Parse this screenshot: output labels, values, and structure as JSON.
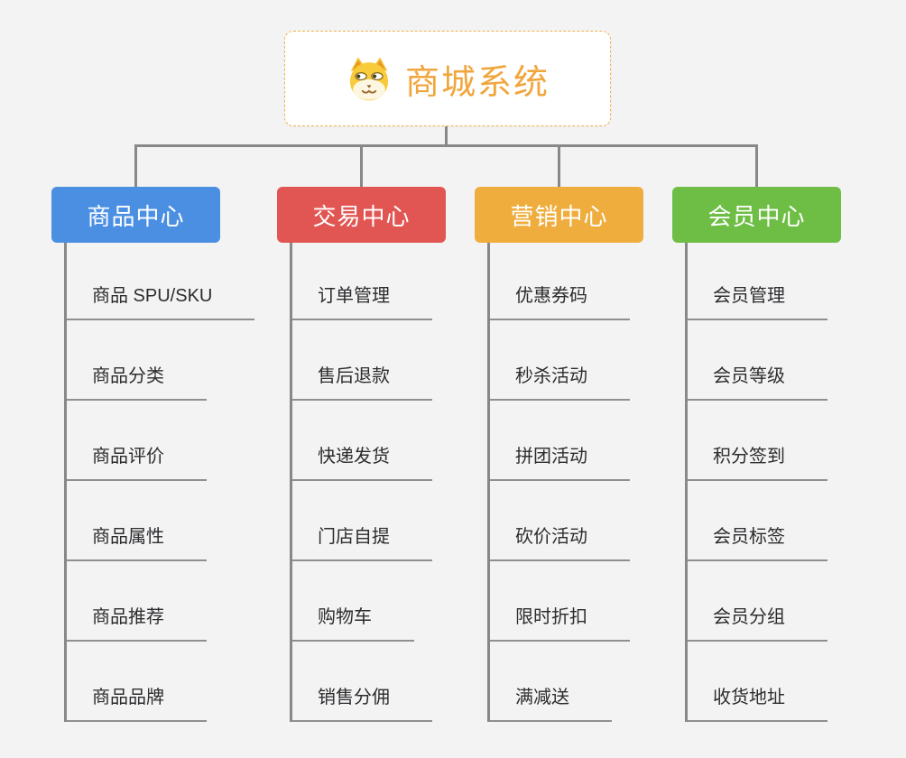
{
  "root": {
    "title": "商城系统",
    "icon": "dog-face-icon"
  },
  "colors": {
    "background": "#f3f3f4",
    "root_accent": "#f0a63c",
    "root_border": "#f0b24a",
    "connector": "#888888",
    "topic_text": "#2c2c2e",
    "branch_blue": "#4b8fe2",
    "branch_red": "#e15653",
    "branch_orange": "#efad3d",
    "branch_green": "#6ebe45"
  },
  "branches": [
    {
      "title": "商品中心",
      "color": "#4b8fe2",
      "items": [
        "商品 SPU/SKU",
        "商品分类",
        "商品评价",
        "商品属性",
        "商品推荐",
        "商品品牌"
      ]
    },
    {
      "title": "交易中心",
      "color": "#e15653",
      "items": [
        "订单管理",
        "售后退款",
        "快递发货",
        "门店自提",
        "购物车",
        "销售分佣"
      ]
    },
    {
      "title": "营销中心",
      "color": "#efad3d",
      "items": [
        "优惠券码",
        "秒杀活动",
        "拼团活动",
        "砍价活动",
        "限时折扣",
        "满减送"
      ]
    },
    {
      "title": "会员中心",
      "color": "#6ebe45",
      "items": [
        "会员管理",
        "会员等级",
        "积分签到",
        "会员标签",
        "会员分组",
        "收货地址"
      ]
    }
  ]
}
